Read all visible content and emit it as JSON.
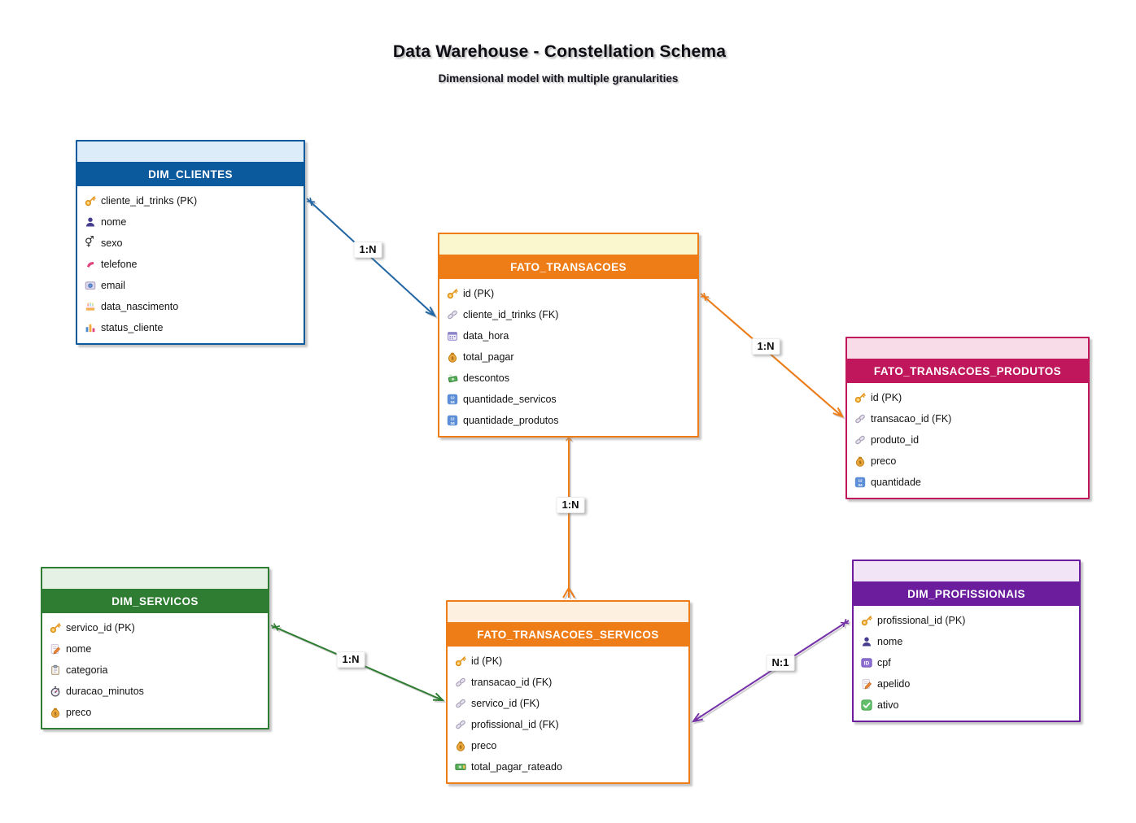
{
  "header": {
    "title": "Data Warehouse - Constellation Schema",
    "subtitle": "Dimensional model with multiple granularities"
  },
  "tables": [
    {
      "id": "dim_clientes",
      "title": "DIM_CLIENTES",
      "colors": {
        "accent": "#0b5a9e",
        "band": "#dcedf9"
      },
      "fields": [
        {
          "icon": "key-icon",
          "label": "cliente_id_trinks (PK)"
        },
        {
          "icon": "person-icon",
          "label": "nome"
        },
        {
          "icon": "gender-icon",
          "label": "sexo"
        },
        {
          "icon": "phone-icon",
          "label": "telefone"
        },
        {
          "icon": "email-icon",
          "label": "email"
        },
        {
          "icon": "cake-icon",
          "label": "data_nascimento"
        },
        {
          "icon": "chart-icon",
          "label": "status_cliente"
        }
      ]
    },
    {
      "id": "fato_transacoes",
      "title": "FATO_TRANSACOES",
      "colors": {
        "accent": "#ee7d18",
        "band": "#faf7cf"
      },
      "fields": [
        {
          "icon": "key-icon",
          "label": "id (PK)"
        },
        {
          "icon": "link-icon",
          "label": "cliente_id_trinks (FK)"
        },
        {
          "icon": "calendar-icon",
          "label": "data_hora"
        },
        {
          "icon": "moneybag-icon",
          "label": "total_pagar"
        },
        {
          "icon": "flyingmoney-icon",
          "label": "descontos"
        },
        {
          "icon": "numbers-icon",
          "label": "quantidade_servicos"
        },
        {
          "icon": "numbers-icon",
          "label": "quantidade_produtos"
        }
      ]
    },
    {
      "id": "fato_transacoes_produtos",
      "title": "FATO_TRANSACOES_PRODUTOS",
      "colors": {
        "accent": "#c0175c",
        "band": "#f8dde9"
      },
      "fields": [
        {
          "icon": "key-icon",
          "label": "id (PK)"
        },
        {
          "icon": "link-icon",
          "label": "transacao_id (FK)"
        },
        {
          "icon": "link-icon",
          "label": "produto_id"
        },
        {
          "icon": "moneybag-icon",
          "label": "preco"
        },
        {
          "icon": "numbers-icon",
          "label": "quantidade"
        }
      ]
    },
    {
      "id": "dim_servicos",
      "title": "DIM_SERVICOS",
      "colors": {
        "accent": "#2e7d32",
        "band": "#e5f1e5"
      },
      "fields": [
        {
          "icon": "key-icon",
          "label": "servico_id (PK)"
        },
        {
          "icon": "memo-icon",
          "label": "nome"
        },
        {
          "icon": "clipboard-icon",
          "label": "categoria"
        },
        {
          "icon": "stopwatch-icon",
          "label": "duracao_minutos"
        },
        {
          "icon": "moneybag-icon",
          "label": "preco"
        }
      ]
    },
    {
      "id": "fato_transacoes_servicos",
      "title": "FATO_TRANSACOES_SERVICOS",
      "colors": {
        "accent": "#ee7d18",
        "band": "#fdf0e0"
      },
      "fields": [
        {
          "icon": "key-icon",
          "label": "id (PK)"
        },
        {
          "icon": "link-icon",
          "label": "transacao_id (FK)"
        },
        {
          "icon": "link-icon",
          "label": "servico_id (FK)"
        },
        {
          "icon": "link-icon",
          "label": "profissional_id (FK)"
        },
        {
          "icon": "moneybag-icon",
          "label": "preco"
        },
        {
          "icon": "banknote-icon",
          "label": "total_pagar_rateado"
        }
      ]
    },
    {
      "id": "dim_profissionais",
      "title": "DIM_PROFISSIONAIS",
      "colors": {
        "accent": "#6b1d9e",
        "band": "#f1e4f7"
      },
      "fields": [
        {
          "icon": "key-icon",
          "label": "profissional_id (PK)"
        },
        {
          "icon": "person-icon",
          "label": "nome"
        },
        {
          "icon": "id-icon",
          "label": "cpf"
        },
        {
          "icon": "memo-icon",
          "label": "apelido"
        },
        {
          "icon": "check-icon",
          "label": "ativo"
        }
      ]
    }
  ],
  "relationships": [
    {
      "from": "DIM_CLIENTES",
      "to": "FATO_TRANSACOES",
      "label": "1:N",
      "color": "#2166a5"
    },
    {
      "from": "FATO_TRANSACOES",
      "to": "FATO_TRANSACOES_PRODUTOS",
      "label": "1:N",
      "color": "#ee7d18"
    },
    {
      "from": "FATO_TRANSACOES",
      "to": "FATO_TRANSACOES_SERVICOS",
      "label": "1:N",
      "color": "#ee7d18"
    },
    {
      "from": "DIM_SERVICOS",
      "to": "FATO_TRANSACOES_SERVICOS",
      "label": "1:N",
      "color": "#2e7d32"
    },
    {
      "from": "DIM_PROFISSIONAIS",
      "to": "FATO_TRANSACOES_SERVICOS",
      "label": "N:1",
      "color": "#7532a8"
    }
  ]
}
